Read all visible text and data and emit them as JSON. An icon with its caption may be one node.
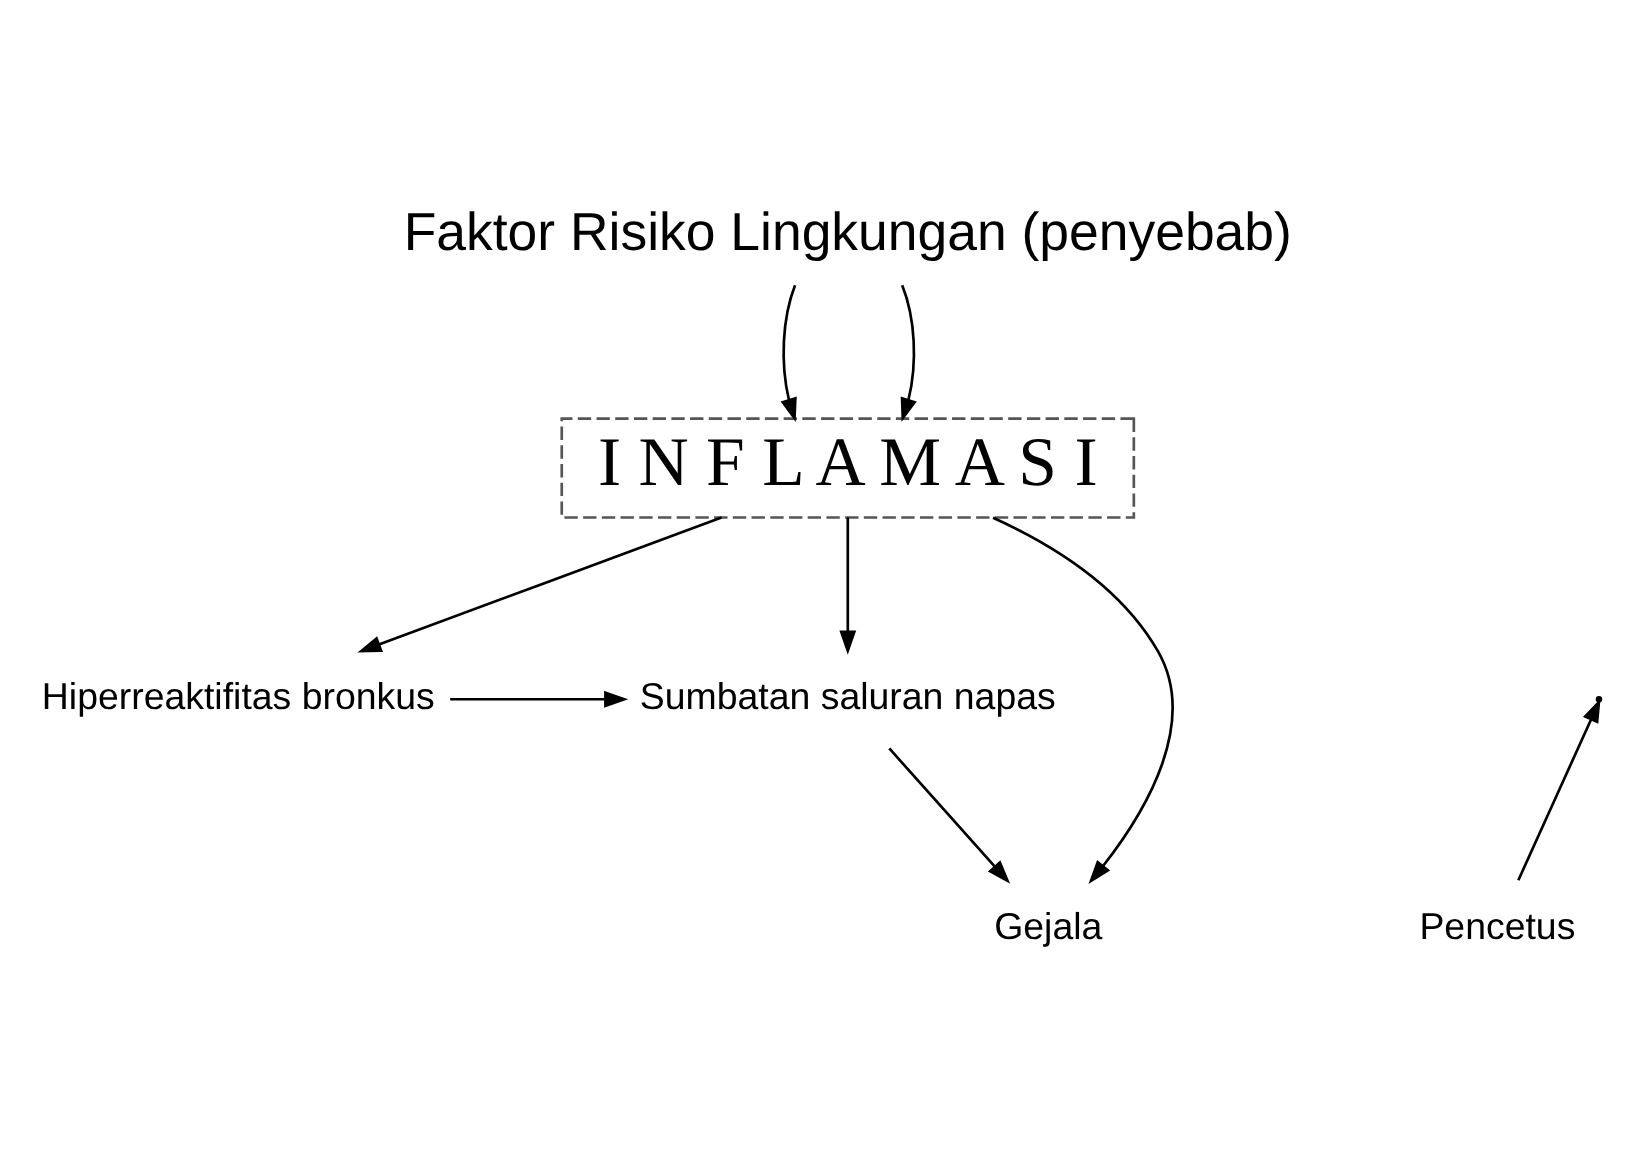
{
  "diagram": {
    "nodes": [
      {
        "text": [
          "Faktor Risiko Lingkungan (penyebab)"
        ]
      },
      {
        "text": [
          "I N F L A M A S I"
        ]
      },
      {
        "text": [
          "Hiperreaktifitas bronkus"
        ]
      },
      {
        "text": [
          "Sumbatan saluran napas"
        ]
      },
      {
        "text": [
          "Pencetus"
        ]
      },
      {
        "text": [
          "Gejala"
        ]
      }
    ],
    "edges": [
      {
        "from": 0,
        "to": 1,
        "arrow": "to"
      },
      {
        "from": 0,
        "to": 1,
        "arrow": "to"
      },
      {
        "from": 1,
        "to": 2,
        "arrow": "to"
      },
      {
        "from": 1,
        "to": 3,
        "arrow": "to"
      },
      {
        "from": 2,
        "to": 3,
        "arrow": "to"
      },
      {
        "from": 4,
        "to": null,
        "arrow": "to"
      },
      {
        "from": 3,
        "to": 5,
        "arrow": "to"
      },
      {
        "from": 1,
        "to": 5,
        "arrow": "to"
      }
    ]
  }
}
